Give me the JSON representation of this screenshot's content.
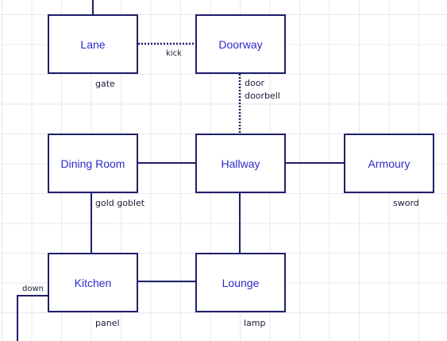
{
  "rooms": {
    "lane": "Lane",
    "doorway": "Doorway",
    "dining_room": "Dining Room",
    "hallway": "Hallway",
    "armoury": "Armoury",
    "kitchen": "Kitchen",
    "lounge": "Lounge"
  },
  "objects": {
    "lane": "gate",
    "armoury": "sword",
    "dining_room": "gold goblet",
    "kitchen": "panel",
    "lounge": "lamp"
  },
  "connections": {
    "lane_doorway": "kick",
    "doorway_hallway_1": "door",
    "doorway_hallway_2": "doorbell",
    "kitchen_exit": "down"
  },
  "colors": {
    "room_border": "#1f1f6b",
    "room_text": "#2b2bc9",
    "line": "#1f1f6b",
    "grid": "#e8e8ee"
  }
}
